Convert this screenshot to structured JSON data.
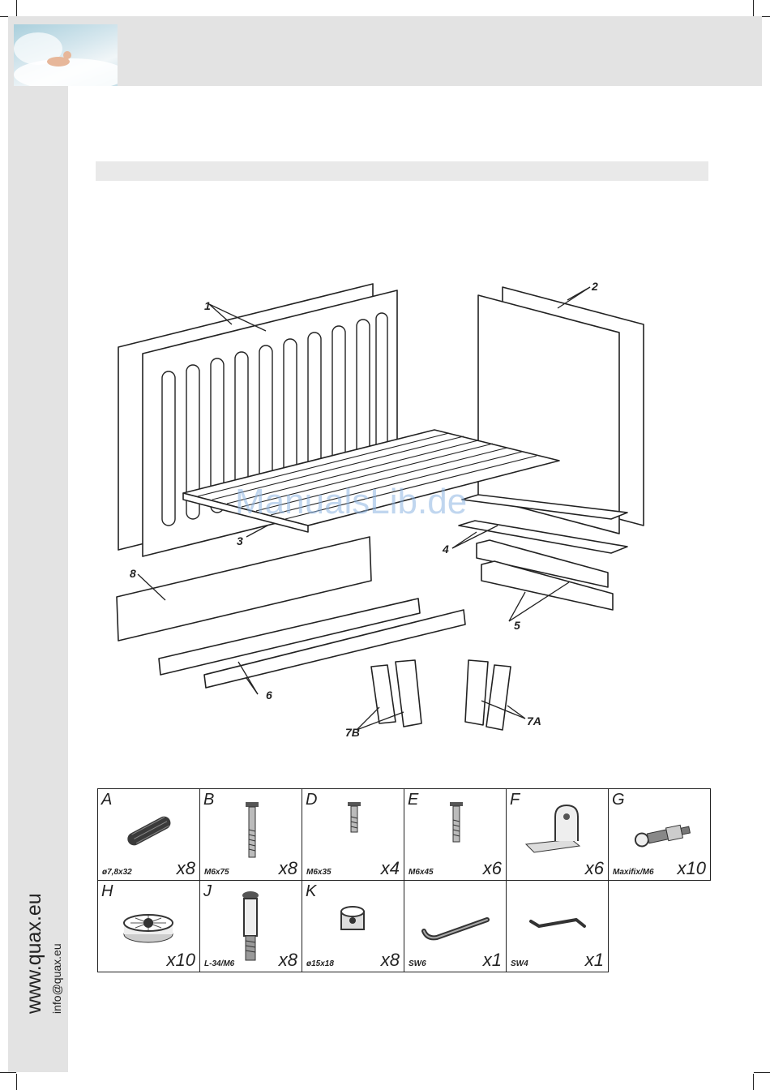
{
  "sidebar": {
    "website": "www.quax.eu",
    "email": "info@quax.eu"
  },
  "diagram": {
    "labels": [
      "1",
      "2",
      "3",
      "4",
      "5",
      "6",
      "7A",
      "7B",
      "8"
    ],
    "watermark": "ManualsLib.de"
  },
  "parts": [
    {
      "letter": "A",
      "size": "ø7,8x32",
      "qty": "x8",
      "icon": "dowel-icon"
    },
    {
      "letter": "B",
      "size": "M6x75",
      "qty": "x8",
      "icon": "long-bolt-icon"
    },
    {
      "letter": "D",
      "size": "M6x35",
      "qty": "x4",
      "icon": "short-bolt-icon"
    },
    {
      "letter": "E",
      "size": "M6x45",
      "qty": "x6",
      "icon": "bolt-icon"
    },
    {
      "letter": "F",
      "size": "",
      "qty": "x6",
      "icon": "bracket-icon"
    },
    {
      "letter": "G",
      "size": "Maxifix/M6",
      "qty": "x10",
      "icon": "connector-bolt-icon"
    },
    {
      "letter": "H",
      "size": "",
      "qty": "x10",
      "icon": "cam-lock-icon"
    },
    {
      "letter": "J",
      "size": "L-34/M6",
      "qty": "x8",
      "icon": "insert-nut-icon"
    },
    {
      "letter": "K",
      "size": "ø15x18",
      "qty": "x8",
      "icon": "barrel-nut-icon"
    },
    {
      "letter": "",
      "size": "SW6",
      "qty": "x1",
      "icon": "allen-key-large-icon"
    },
    {
      "letter": "",
      "size": "SW4",
      "qty": "x1",
      "icon": "allen-key-small-icon"
    }
  ]
}
